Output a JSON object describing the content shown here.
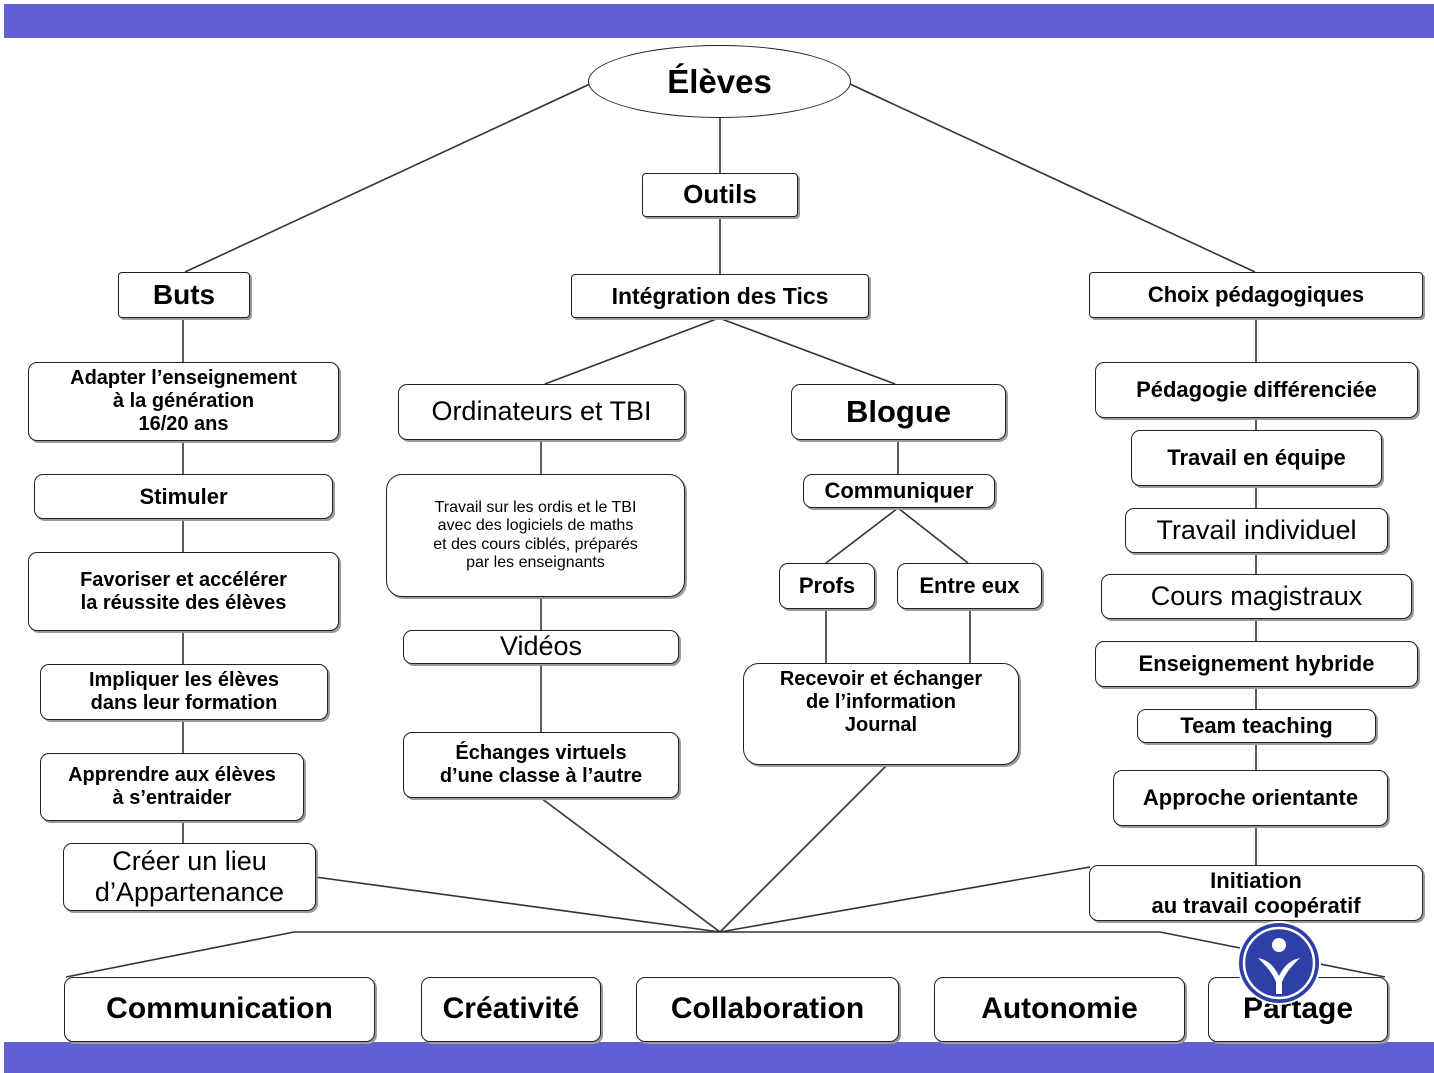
{
  "root": {
    "label": "Élèves"
  },
  "tools": {
    "label": "Outils"
  },
  "goals": {
    "header": "Buts",
    "items": [
      "Adapter l’enseignement\nà la génération\n16/20  ans",
      "Stimuler",
      "Favoriser et accélérer\nla réussite des élèves",
      "Impliquer  les élèves\ndans leur formation",
      "Apprendre aux élèves\nà s’entraider",
      "Créer un lieu\nd’Appartenance"
    ]
  },
  "tics": {
    "header": "Intégration des Tics",
    "computers": "Ordinateurs et TBI",
    "computers_desc": "Travail sur les ordis et le TBI\navec des logiciels de maths\net des cours ciblés, préparés\npar les enseignants",
    "videos": "Vidéos",
    "exchanges": "Échanges virtuels\nd’une classe à l’autre",
    "blog": "Blogue",
    "communicate": "Communiquer",
    "profs": "Profs",
    "peers": "Entre eux",
    "receive": "Recevoir et échanger\nde l’information\nJournal"
  },
  "pedagogy": {
    "header": "Choix pédagogiques",
    "items": [
      "Pédagogie différenciée",
      "Travail en équipe",
      "Travail individuel",
      "Cours magistraux",
      "Enseignement hybride",
      "Team teaching",
      "Approche orientante",
      "Initiation\nau travail coopératif"
    ]
  },
  "outcomes": [
    "Communication",
    "Créativité",
    "Collaboration",
    "Autonomie",
    "Partage"
  ],
  "colors": {
    "band": "#6060d4",
    "logo": "#2f3fa8",
    "line": "#333333"
  },
  "icons": {
    "logo": "school-emblem-icon"
  }
}
